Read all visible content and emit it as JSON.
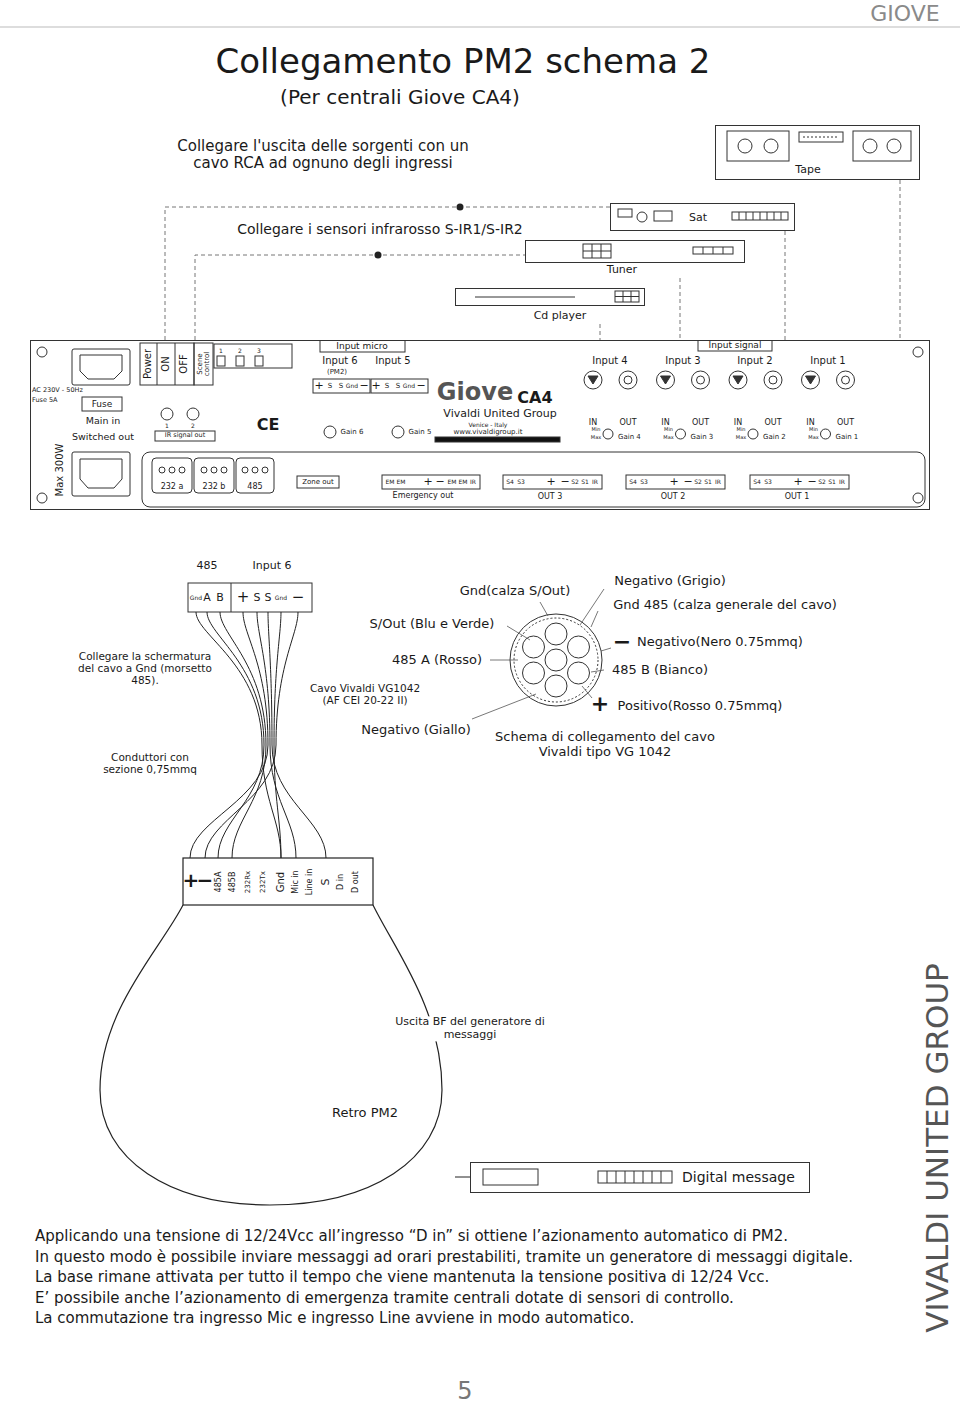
{
  "diagram": {
    "title": "Collegamento PM2 schema 2",
    "nodes": [
      {
        "text": [
          "Tape"
        ]
      },
      {
        "text": [
          "Sat"
        ]
      },
      {
        "text": [
          "Tuner"
        ]
      },
      {
        "text": [
          "Cd player"
        ]
      },
      {
        "text": [
          "Giove",
          "CA4",
          "Vivaldi United Group",
          "Venice - Italy",
          "www.vivaldigroup.it"
        ]
      },
      {
        "text": [
          "Retro PM2"
        ]
      },
      {
        "text": [
          "Digital message"
        ]
      }
    ],
    "edges": [
      {
        "from": 0,
        "to": 4,
        "arrow": "none"
      },
      {
        "from": 1,
        "to": 4,
        "arrow": "none"
      },
      {
        "from": 2,
        "to": 4,
        "arrow": "none"
      },
      {
        "from": 3,
        "to": 4,
        "arrow": "none"
      },
      {
        "from": 6,
        "to": 5,
        "arrow": "none"
      }
    ],
    "labels": [
      "GIOVE",
      "(Per centrali Giove CA4)",
      "Collegare l'uscita delle sorgenti con un cavo RCA ad ognuno degli ingressi",
      "Collegare i sensori infrarosso S-IR1/S-IR2",
      "AC 230V - 50Hz",
      "Fuse 5A",
      "Fuse",
      "Main in",
      "Switched out",
      "Max 300W",
      "Power",
      "ON",
      "OFF",
      "Scene control",
      "1",
      "2",
      "3",
      "1",
      "2",
      "IR signal out",
      "CE",
      "Input micro",
      "Input 6",
      "Input 5",
      "(PM2)",
      "+",
      "S",
      "S",
      "Gnd",
      "−",
      "+",
      "S",
      "S",
      "Gnd",
      "−",
      "Gain 6",
      "Gain 5",
      "Input signal",
      "Input 4",
      "Input 3",
      "Input 2",
      "Input 1",
      "IN",
      "OUT",
      "Min",
      "Max",
      "Gain 4",
      "IN",
      "OUT",
      "Min",
      "Max",
      "Gain 3",
      "IN",
      "OUT",
      "Min",
      "Max",
      "Gain 2",
      "IN",
      "OUT",
      "Min",
      "Max",
      "Gain 1",
      "232 a",
      "232 b",
      "485",
      "Zone out",
      "EM",
      "EM",
      "+",
      "−",
      "EM",
      "EM",
      "IR",
      "Emergency out",
      "S4",
      "S3",
      "+",
      "−",
      "S2",
      "S1",
      "IR",
      "OUT 3",
      "S4",
      "S3",
      "+",
      "−",
      "S2",
      "S1",
      "IR",
      "OUT 2",
      "S4",
      "S3",
      "+",
      "−",
      "S2",
      "S1",
      "IR",
      "OUT 1",
      "485",
      "Input 6",
      "Gnd",
      "A",
      "B",
      "+",
      "S",
      "S",
      "Gnd",
      "−",
      "Collegare la schermatura del cavo a Gnd (morsetto 485).",
      "Cavo Vivaldi VG1042 (AF CEI 20-22 II)",
      "Conduttori con sezione 0,75mmq",
      "Gnd(calza S/Out)",
      "S/Out (Blu e Verde)",
      "485 A (Rosso)",
      "Negativo (Giallo)",
      "Negativo (Grigio)",
      "Gnd 485 (calza generale del cavo)",
      "−",
      "Negativo(Nero 0.75mmq)",
      "485 B (Bianco)",
      "+",
      "Positivo(Rosso 0.75mmq)",
      "Schema di collegamento del cavo Vivaldi tipo VG 1042",
      "+",
      "−",
      "485A",
      "485B",
      "232Rx",
      "232Tx",
      "Gnd",
      "Mic in",
      "Line in",
      "S",
      "D in",
      "D out",
      "Uscita BF del generatore di messaggi",
      "Applicando una tensione di 12/24Vcc all’ingresso “D in” si ottiene l’azionamento automatico di PM2.",
      "In questo modo è possibile inviare messaggi ad orari prestabiliti, tramite un generatore di messaggi digitale.",
      "La base rimane attivata per tutto il tempo che viene mantenuta la tensione positiva di 12/24 Vcc.",
      "E’ possibile anche l’azionamento di emergenza tramite centrali dotate di sensori di controllo.",
      "La commutazione tra ingresso Mic e ingresso Line avviene in modo automatico.",
      "5",
      "VIVALDI UNITED GROUP"
    ]
  }
}
